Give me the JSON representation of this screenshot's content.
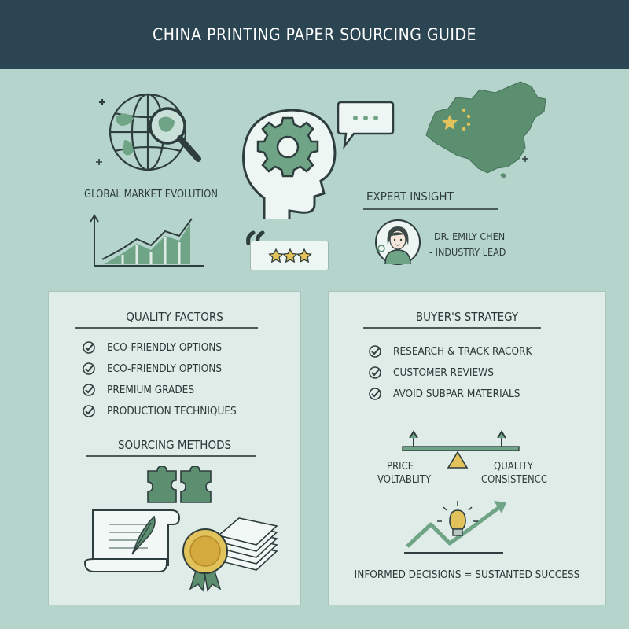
{
  "header": {
    "title": "CHINA PRINTING PAPER SOURCING GUIDE"
  },
  "top": {
    "global_label": "GLOBAL MARKET EVOLUTION",
    "expert": {
      "heading": "EXPERT INSIGHT",
      "name": "DR. EMILY CHEN",
      "role": "- INDUSTRY LEAD"
    }
  },
  "quality": {
    "title": "QUALITY FACTORS",
    "items": [
      "ECO-FRIENDLY OPTIONS",
      "ECO-FRIENDLY OPTIONS",
      "PREMIUM GRADES",
      "PRODUCTION TECHNIQUES"
    ],
    "sourcing_title": "SOURCING METHODS"
  },
  "strategy": {
    "title": "BUYER'S STRATEGY",
    "items": [
      "RESEARCH & TRACK RACORK",
      "CUSTOMER REVIEWS",
      "AVOID SUBPAR MATERIALS"
    ],
    "left_label_1": "PRICE",
    "left_label_2": "VOLTABLITY",
    "right_label_1": "QUALITY",
    "right_label_2": "CONSISTENCC",
    "footer": "INFORMED DECISIONS = SUSTANTED SUCCESS"
  },
  "colors": {
    "header_bg": "#2b4552",
    "background": "#b5d5cc",
    "accent_green": "#6fa487",
    "panel_bg": "#e0ece8",
    "star_gold": "#e2c25a"
  }
}
